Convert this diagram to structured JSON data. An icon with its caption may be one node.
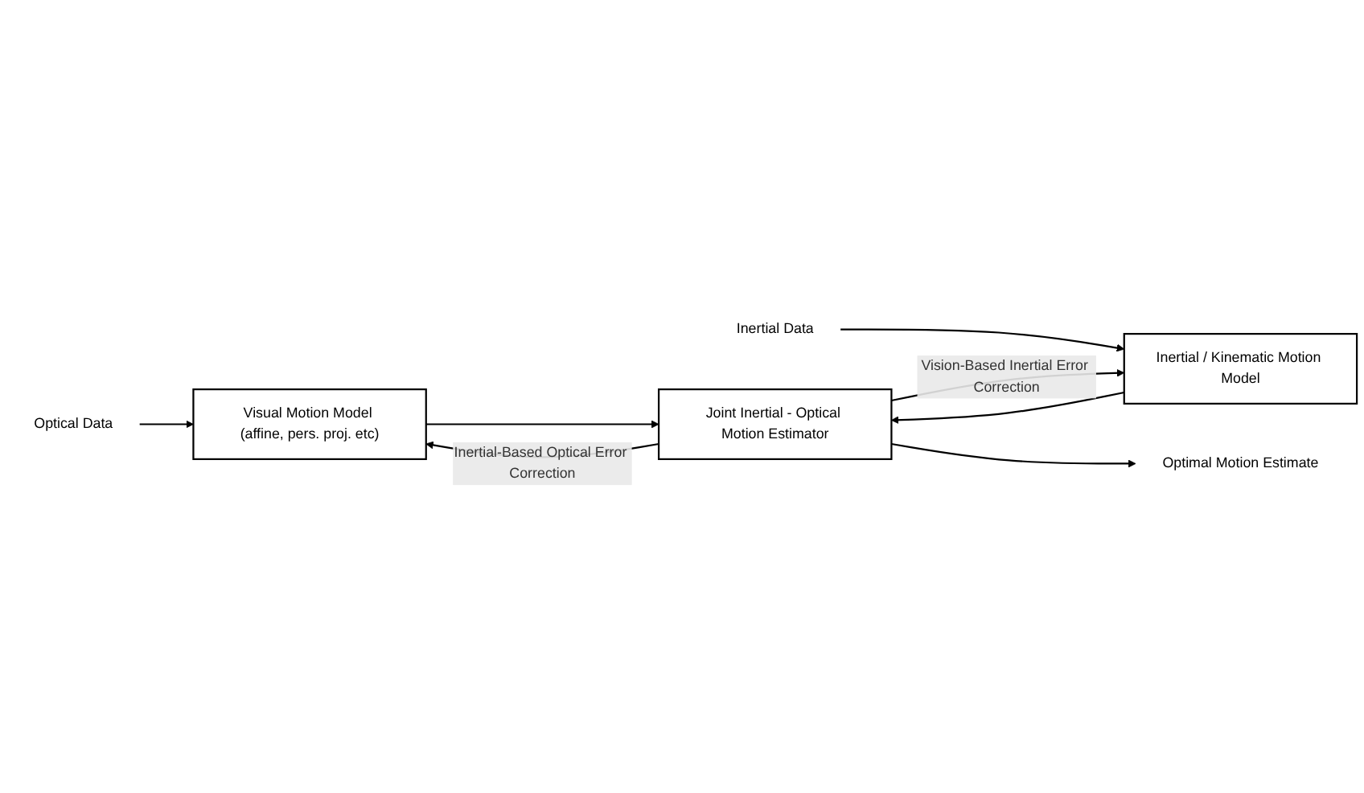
{
  "diagram": {
    "nodes": [
      {
        "text": [
          "Optical Data"
        ]
      },
      {
        "text": [
          "Inertial Data"
        ]
      },
      {
        "text": [
          "Visual Motion Model (affine, pers. proj. etc)"
        ]
      },
      {
        "text": [
          "Inertial / Kinematic Motion Model"
        ]
      },
      {
        "text": [
          "Joint Inertial - Optical Motion Estimator"
        ]
      },
      {
        "text": [
          "Optimal Motion Estimate"
        ]
      }
    ],
    "edges": [
      {
        "from": 0,
        "to": 2,
        "arrow": "to"
      },
      {
        "from": 1,
        "to": 3,
        "arrow": "to"
      },
      {
        "from": 2,
        "to": 4,
        "arrow": "to"
      },
      {
        "from": 3,
        "to": 4,
        "arrow": "to"
      },
      {
        "from": 4,
        "to": 2,
        "arrow": "to",
        "label": "Inertial-Based Optical Error Correction"
      },
      {
        "from": 4,
        "to": 3,
        "arrow": "to",
        "label": "Vision-Based Inertial Error Correction"
      },
      {
        "from": 4,
        "to": 5,
        "arrow": "to"
      }
    ]
  }
}
